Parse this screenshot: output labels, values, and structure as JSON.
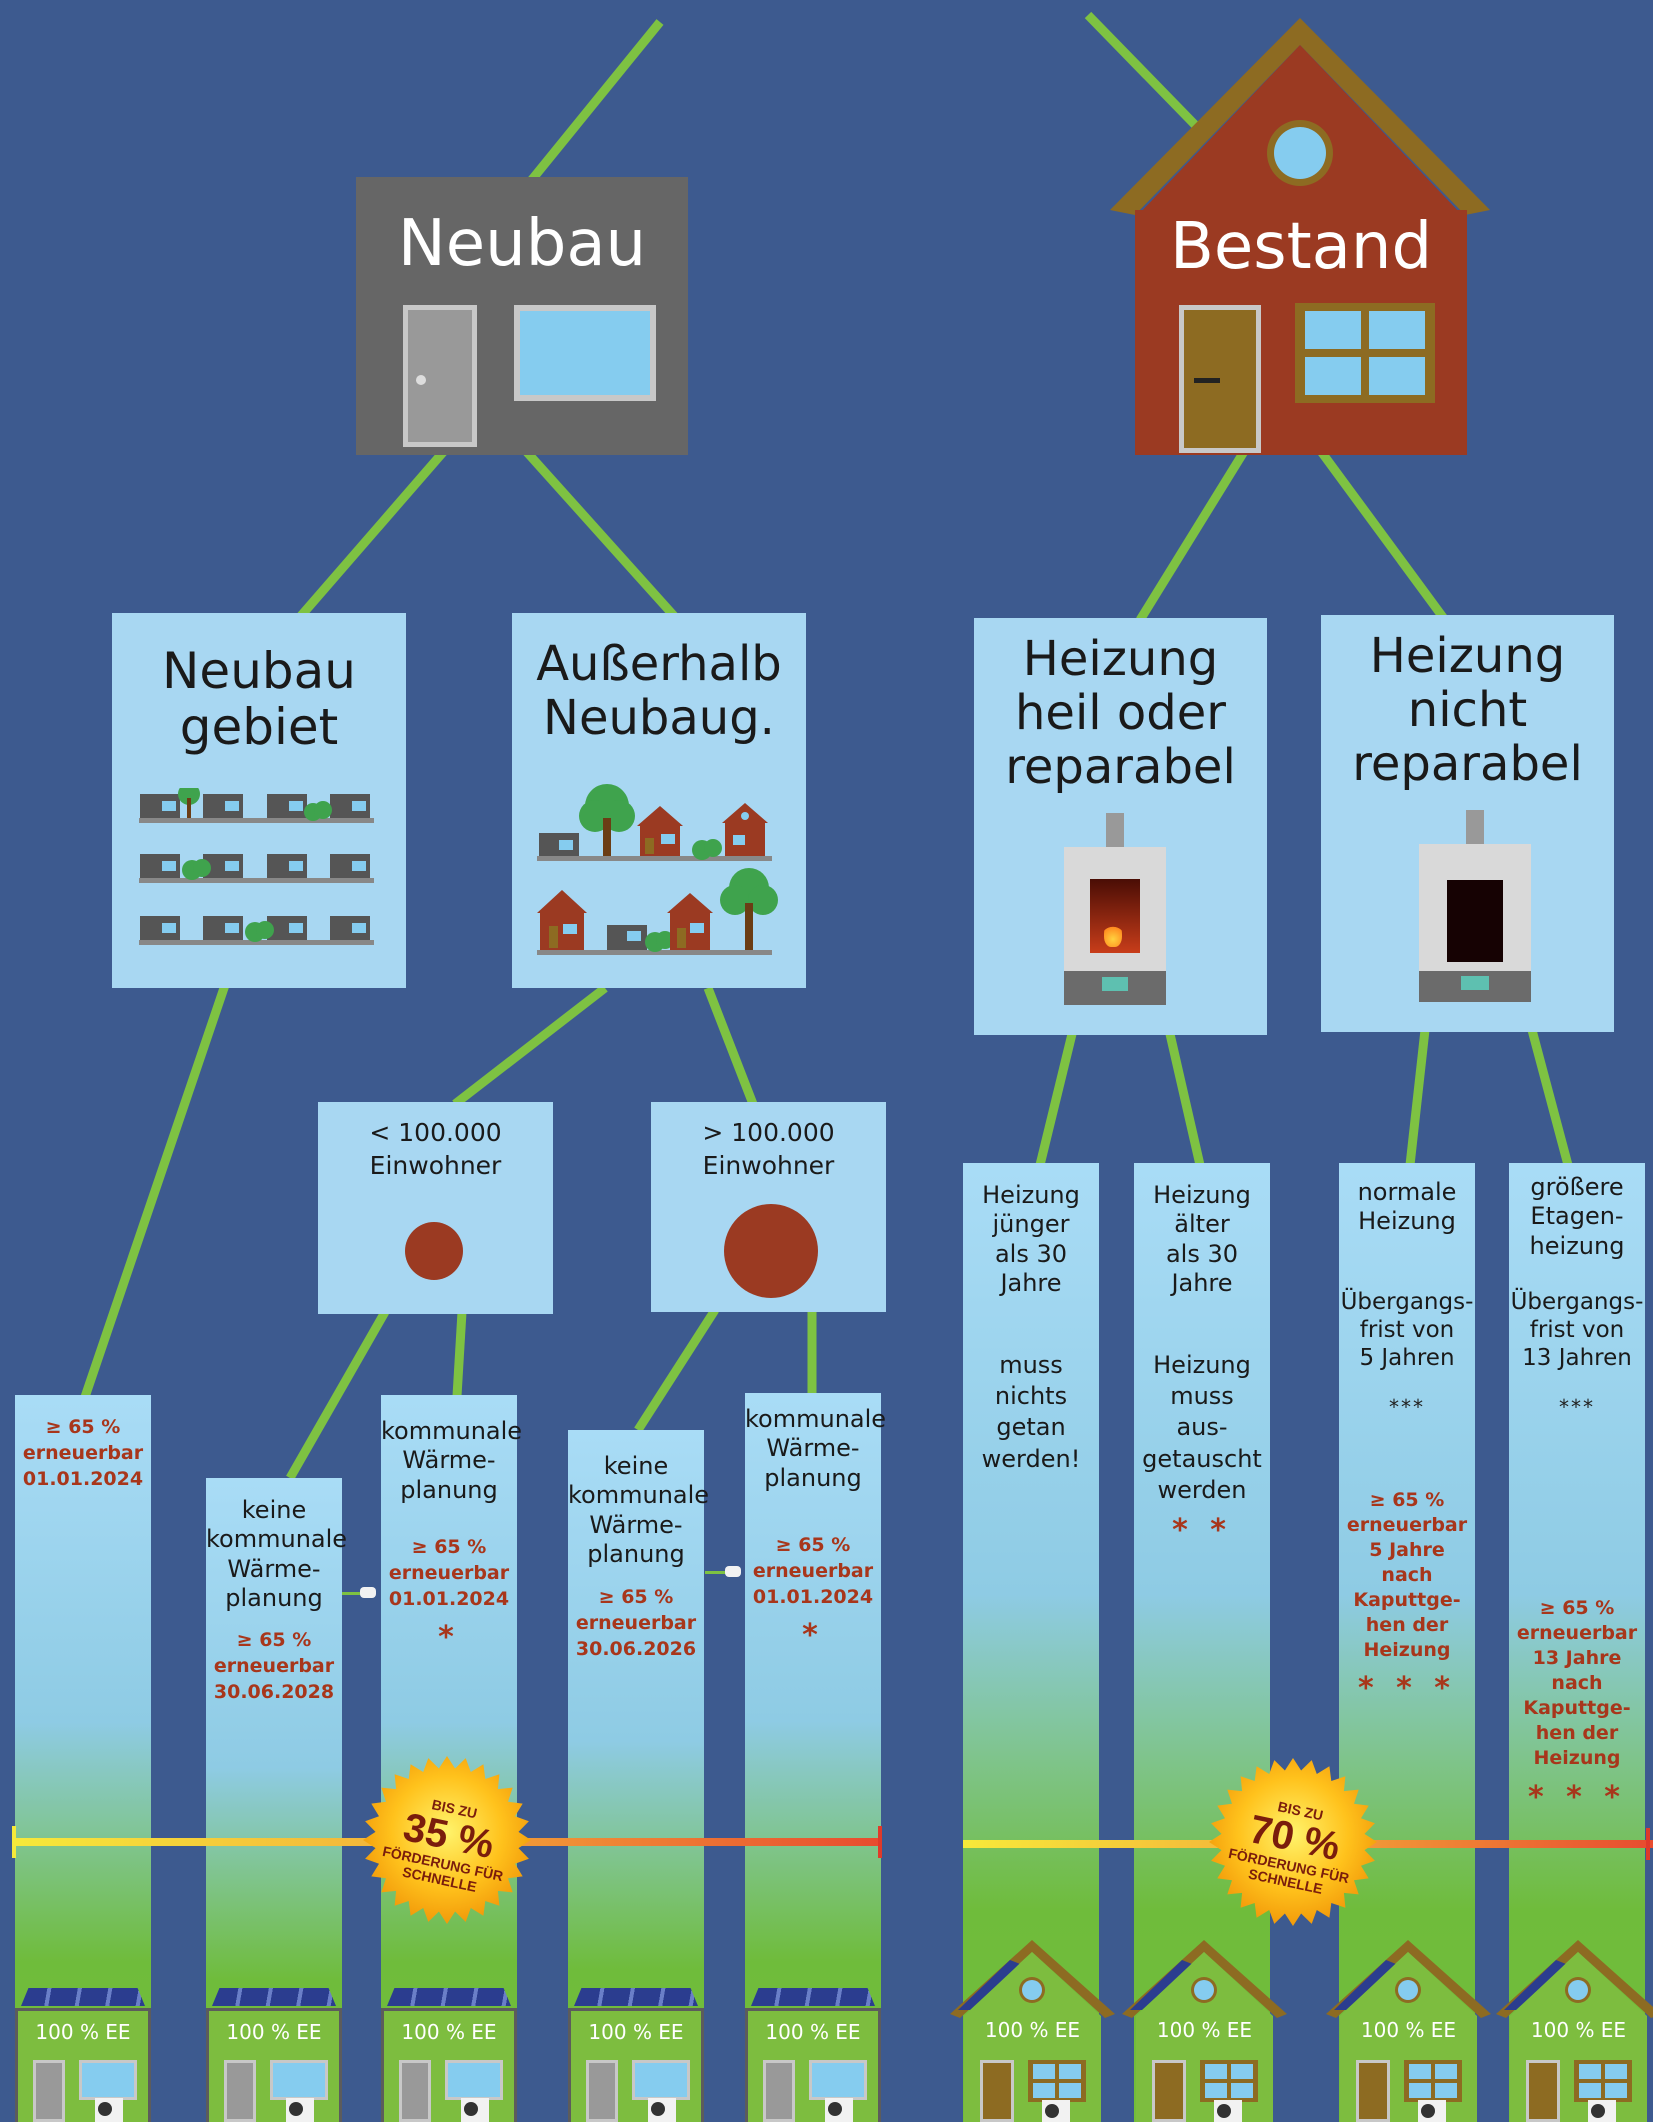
{
  "top": {
    "neubau": "Neubau",
    "bestand": "Bestand"
  },
  "boxes": {
    "neubaugebiet": [
      "Neubau",
      "gebiet"
    ],
    "ausserhalb": [
      "Außerhalb",
      "Neubaug."
    ],
    "heil": [
      "Heizung",
      "heil oder",
      "reparabel"
    ],
    "nicht": [
      "Heizung",
      "nicht",
      "reparabel"
    ],
    "small": [
      "< 100.000",
      "Einwohner"
    ],
    "large": [
      "> 100.000",
      "Einwohner"
    ]
  },
  "columns": {
    "c1": {
      "red": [
        "≥ 65 %",
        "erneuerbar",
        "01.01.2024"
      ]
    },
    "c2": {
      "text": [
        "keine",
        "kommunale",
        "Wärme-",
        "planung"
      ],
      "red": [
        "≥ 65 %",
        "erneuerbar",
        "30.06.2028"
      ]
    },
    "c3": {
      "text": [
        "kommunale",
        "Wärme-",
        "planung"
      ],
      "red": [
        "≥ 65 %",
        "erneuerbar",
        "01.01.2024"
      ],
      "star": "*"
    },
    "c4": {
      "text": [
        "keine",
        "kommunale",
        "Wärme-",
        "planung"
      ],
      "red": [
        "≥ 65 %",
        "erneuerbar",
        "30.06.2026"
      ]
    },
    "c5": {
      "text": [
        "kommunale",
        "Wärme-",
        "planung"
      ],
      "red": [
        "≥ 65 %",
        "erneuerbar",
        "01.01.2024"
      ],
      "star": "*"
    },
    "c6": {
      "text": [
        "Heizung",
        "jünger",
        "als 30",
        "Jahre"
      ],
      "text2": [
        "muss",
        "nichts",
        "getan",
        "werden!"
      ]
    },
    "c7": {
      "text": [
        "Heizung",
        "älter",
        "als 30",
        "Jahre"
      ],
      "text2": [
        "Heizung",
        "muss",
        "aus-",
        "getauscht",
        "werden"
      ],
      "star": "* *"
    },
    "c8": {
      "text": [
        "normale",
        "Heizung"
      ],
      "text2": [
        "Übergangs-",
        "frist von",
        "5 Jahren"
      ],
      "stars": "***",
      "red": [
        "≥ 65 %",
        "erneuerbar",
        "5 Jahre",
        "nach",
        "Kaputtge-",
        "hen der",
        "Heizung"
      ],
      "star": "* * *"
    },
    "c9": {
      "text": [
        "größere",
        "Etagen-",
        "heizung"
      ],
      "text2": [
        "Übergangs-",
        "frist von",
        "13 Jahren"
      ],
      "stars": "***",
      "red": [
        "≥ 65 %",
        "erneuerbar",
        "13 Jahre",
        "nach",
        "Kaputtge-",
        "hen der",
        "Heizung"
      ],
      "star": "* * *"
    }
  },
  "badges": {
    "left": {
      "top": "BIS ZU",
      "value": "35 %",
      "bottom1": "FÖRDERUNG FÜR",
      "bottom2": "SCHNELLE"
    },
    "right": {
      "top": "BIS ZU",
      "value": "70 %",
      "bottom1": "FÖRDERUNG FÜR",
      "bottom2": "SCHNELLE"
    }
  },
  "ee_label": "100 % EE",
  "colors": {
    "background": "#3d5a8f",
    "line": "#7ec242",
    "light_box": "#a8d7f2",
    "neubau_house": "#666666",
    "bestand_house": "#9b3a22",
    "accent_red": "#a8361b"
  }
}
